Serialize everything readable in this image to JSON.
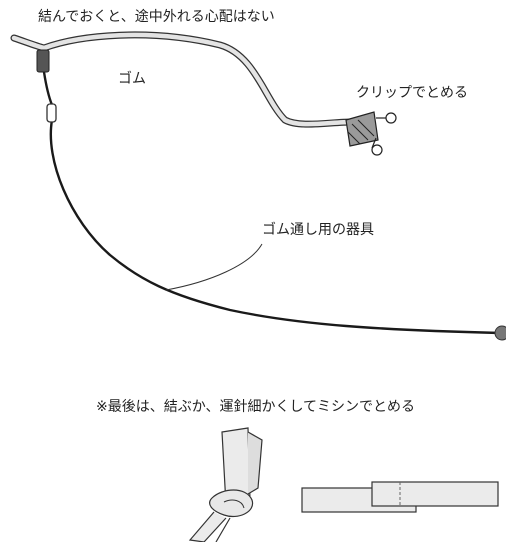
{
  "annotations": {
    "knot_note": "結んでおくと、途中外れる心配はない",
    "elastic": "ゴム",
    "clip": "クリップでとめる",
    "threader": "ゴム通し用の器具",
    "finish_note": "※最後は、結ぶか、運針細かくしてミシンでとめる"
  },
  "colors": {
    "elastic_fill": "#e4e4e4",
    "outline": "#333333",
    "wire": "#1a1a1a",
    "clip_fill": "#9a9a9a",
    "fabric_fill": "#ebebeb"
  }
}
